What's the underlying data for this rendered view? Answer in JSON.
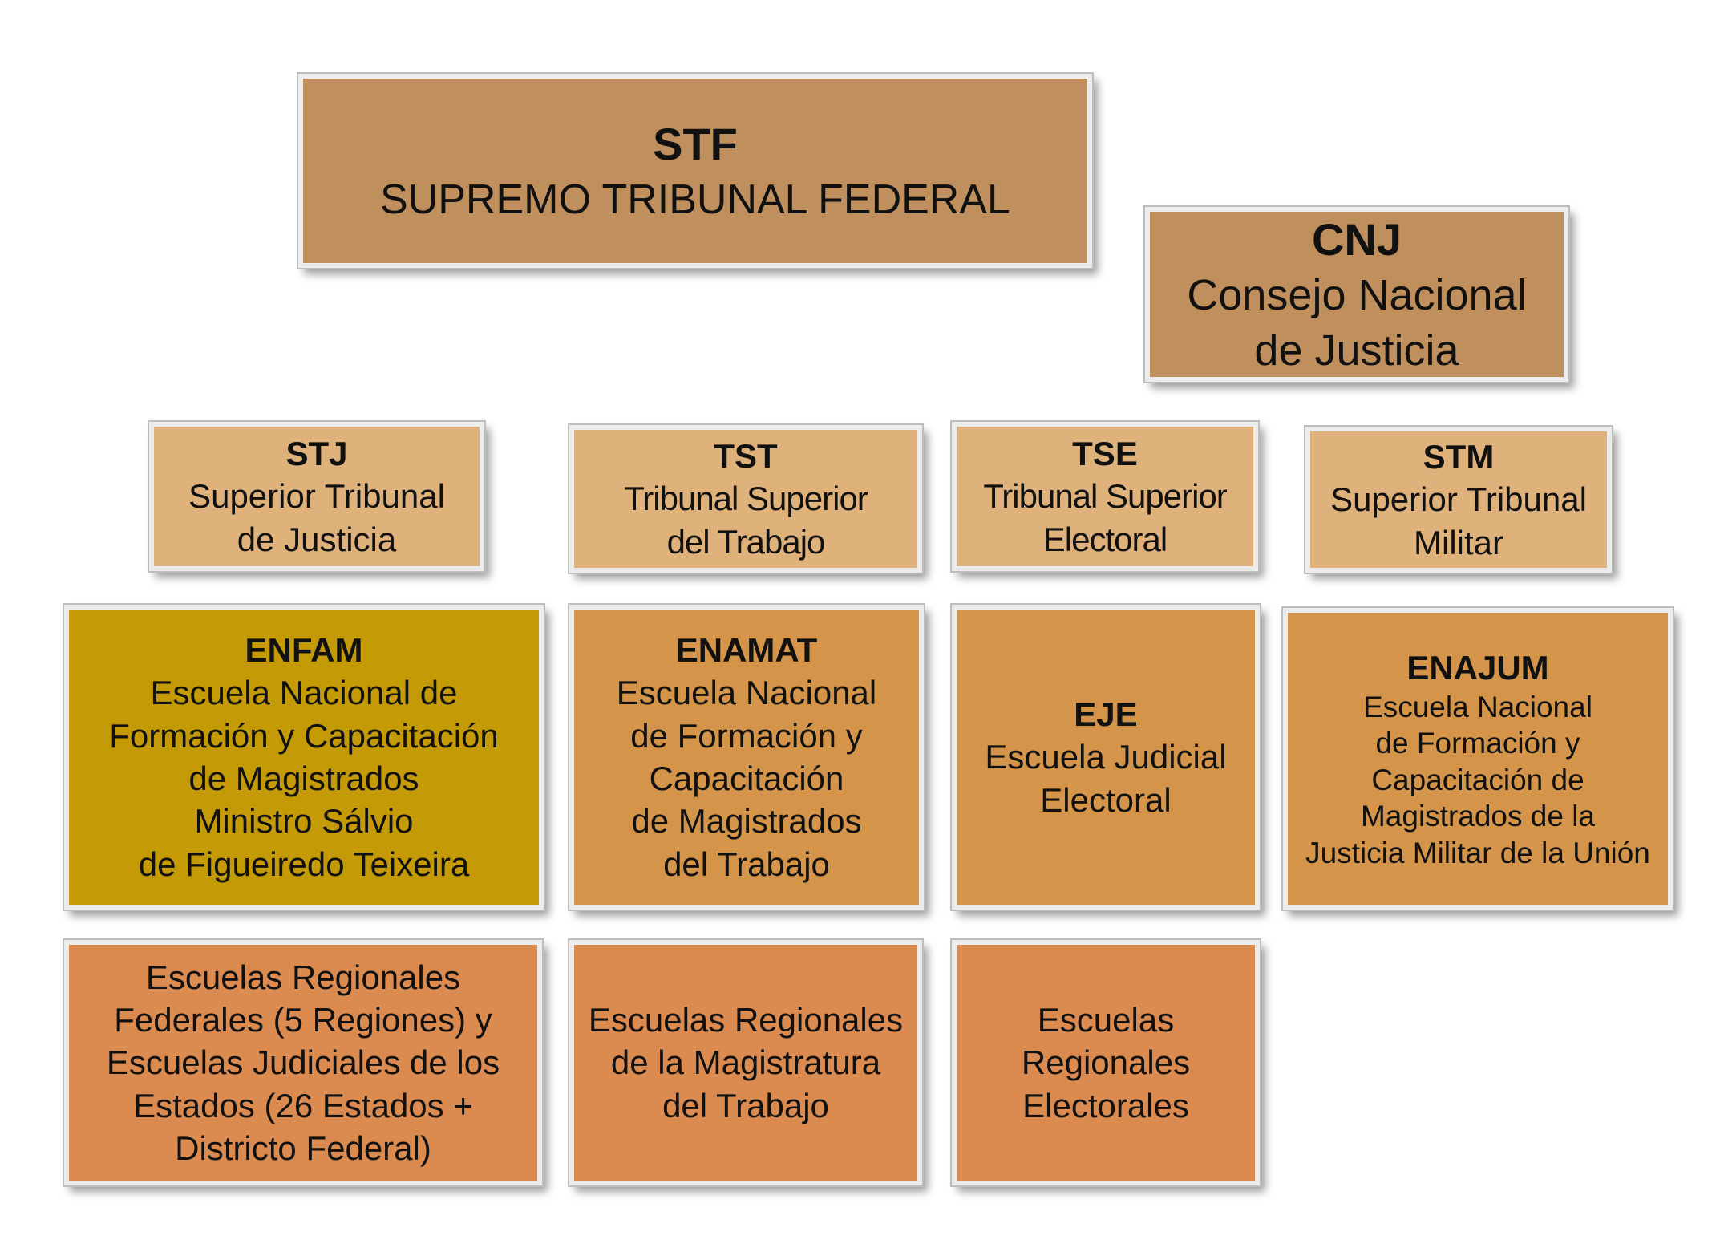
{
  "top": {
    "stf": {
      "abbr": "STF",
      "name": "SUPREMO TRIBUNAL FEDERAL"
    },
    "cnj": {
      "abbr": "CNJ",
      "name": "Consejo Nacional\nde Justicia"
    }
  },
  "courts": [
    {
      "abbr": "STJ",
      "name": "Superior Tribunal\nde Justicia"
    },
    {
      "abbr": "TST",
      "name": "Tribunal Superior\ndel Trabajo"
    },
    {
      "abbr": "TSE",
      "name": "Tribunal Superior\nElectoral"
    },
    {
      "abbr": "STM",
      "name": "Superior Tribunal\nMilitar"
    }
  ],
  "schools": [
    {
      "abbr": "ENFAM",
      "name": "Escuela Nacional de\nFormación y Capacitación\nde Magistrados\nMinistro Sálvio\nde Figueiredo Teixeira"
    },
    {
      "abbr": "ENAMAT",
      "name": "Escuela Nacional\nde Formación y\nCapacitación\nde Magistrados\ndel Trabajo"
    },
    {
      "abbr": "EJE",
      "name": "Escuela Judicial\nElectoral"
    },
    {
      "abbr": "ENAJUM",
      "name": "Escuela Nacional\nde Formación y\nCapacitación de\nMagistrados de la\nJusticia Militar de la Unión"
    }
  ],
  "regional": [
    {
      "name": "Escuelas Regionales\nFederales (5 Regiones) y\nEscuelas Judiciales de los\nEstados (26 Estados +\nDistricto Federal)"
    },
    {
      "name": "Escuelas Regionales\nde la Magistratura\ndel Trabajo"
    },
    {
      "name": "Escuelas\nRegionales\nElectorales"
    }
  ],
  "colors": {
    "top": "#bf8f5e",
    "court": "#dfb27c",
    "school": "#d4944a",
    "enfam": "#c49a06",
    "regional": "#db8b50"
  }
}
